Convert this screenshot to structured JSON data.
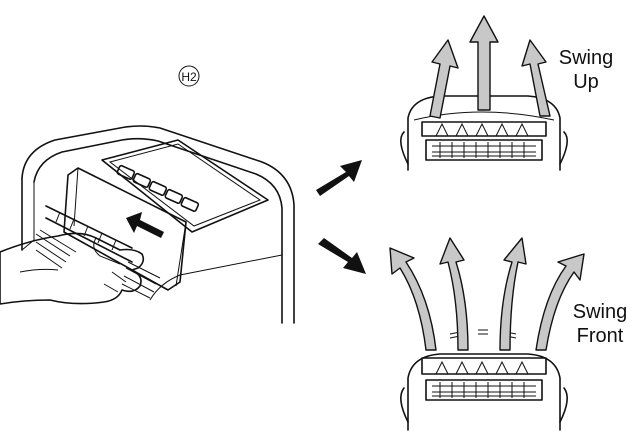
{
  "step_marker": "H2",
  "panels": {
    "swing_up": {
      "label_line1": "Swing",
      "label_line2": "Up"
    },
    "swing_front": {
      "label_line1": "Swing",
      "label_line2": "Front"
    }
  },
  "icons": [
    "dehumidifier-unit-illustration",
    "hand-icon",
    "slide-arrow-icon",
    "pointer-arrow-icon",
    "airflow-arrow-icon"
  ]
}
